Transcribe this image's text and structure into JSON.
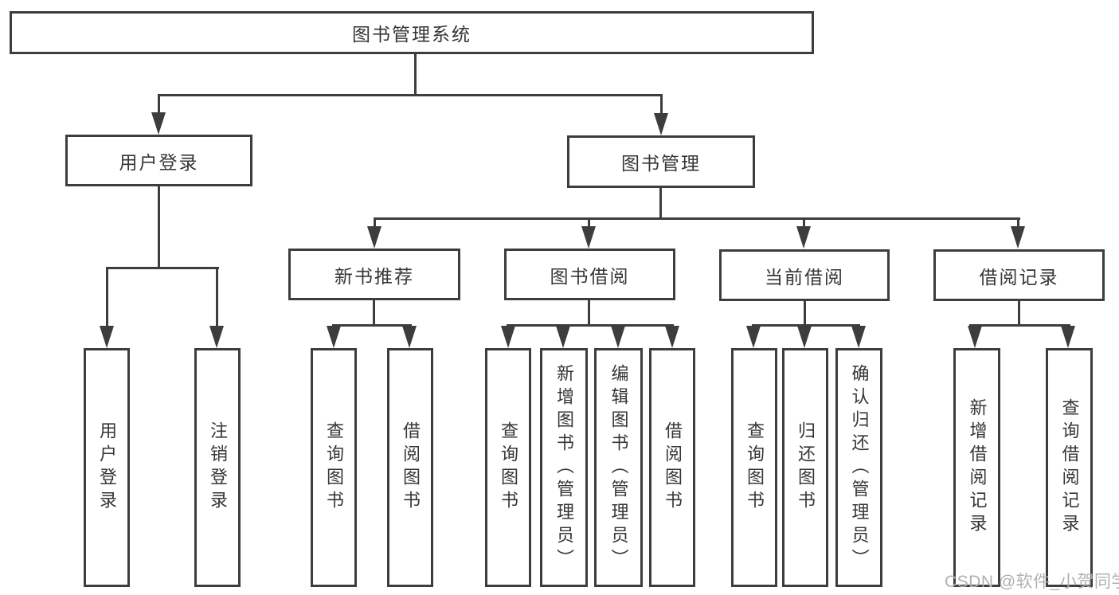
{
  "root": {
    "label": "图书管理系统"
  },
  "level2": {
    "user_login": "用户登录",
    "book_mgmt": "图书管理"
  },
  "level3": {
    "new_books": "新书推荐",
    "book_borrow": "图书借阅",
    "current_borrow": "当前借阅",
    "borrow_records": "借阅记录"
  },
  "leaves": {
    "user_login": "用户登录",
    "logout": "注销登录",
    "nb_query": "查询图书",
    "nb_borrow": "借阅图书",
    "bb_query": "查询图书",
    "bb_add": "新增图书（管理员）",
    "bb_edit": "编辑图书（管理员）",
    "bb_borrow": "借阅图书",
    "cb_query": "查询图书",
    "cb_return": "归还图书",
    "cb_confirm": "确认归还（管理员）",
    "br_add": "新增借阅记录",
    "br_query": "查询借阅记录"
  },
  "watermark": "CSDN @软件_小贺同学",
  "colors": {
    "line": "#3d3d3d",
    "text": "#363636",
    "watermark": "#b1b1b1",
    "background": "#ffffff"
  }
}
